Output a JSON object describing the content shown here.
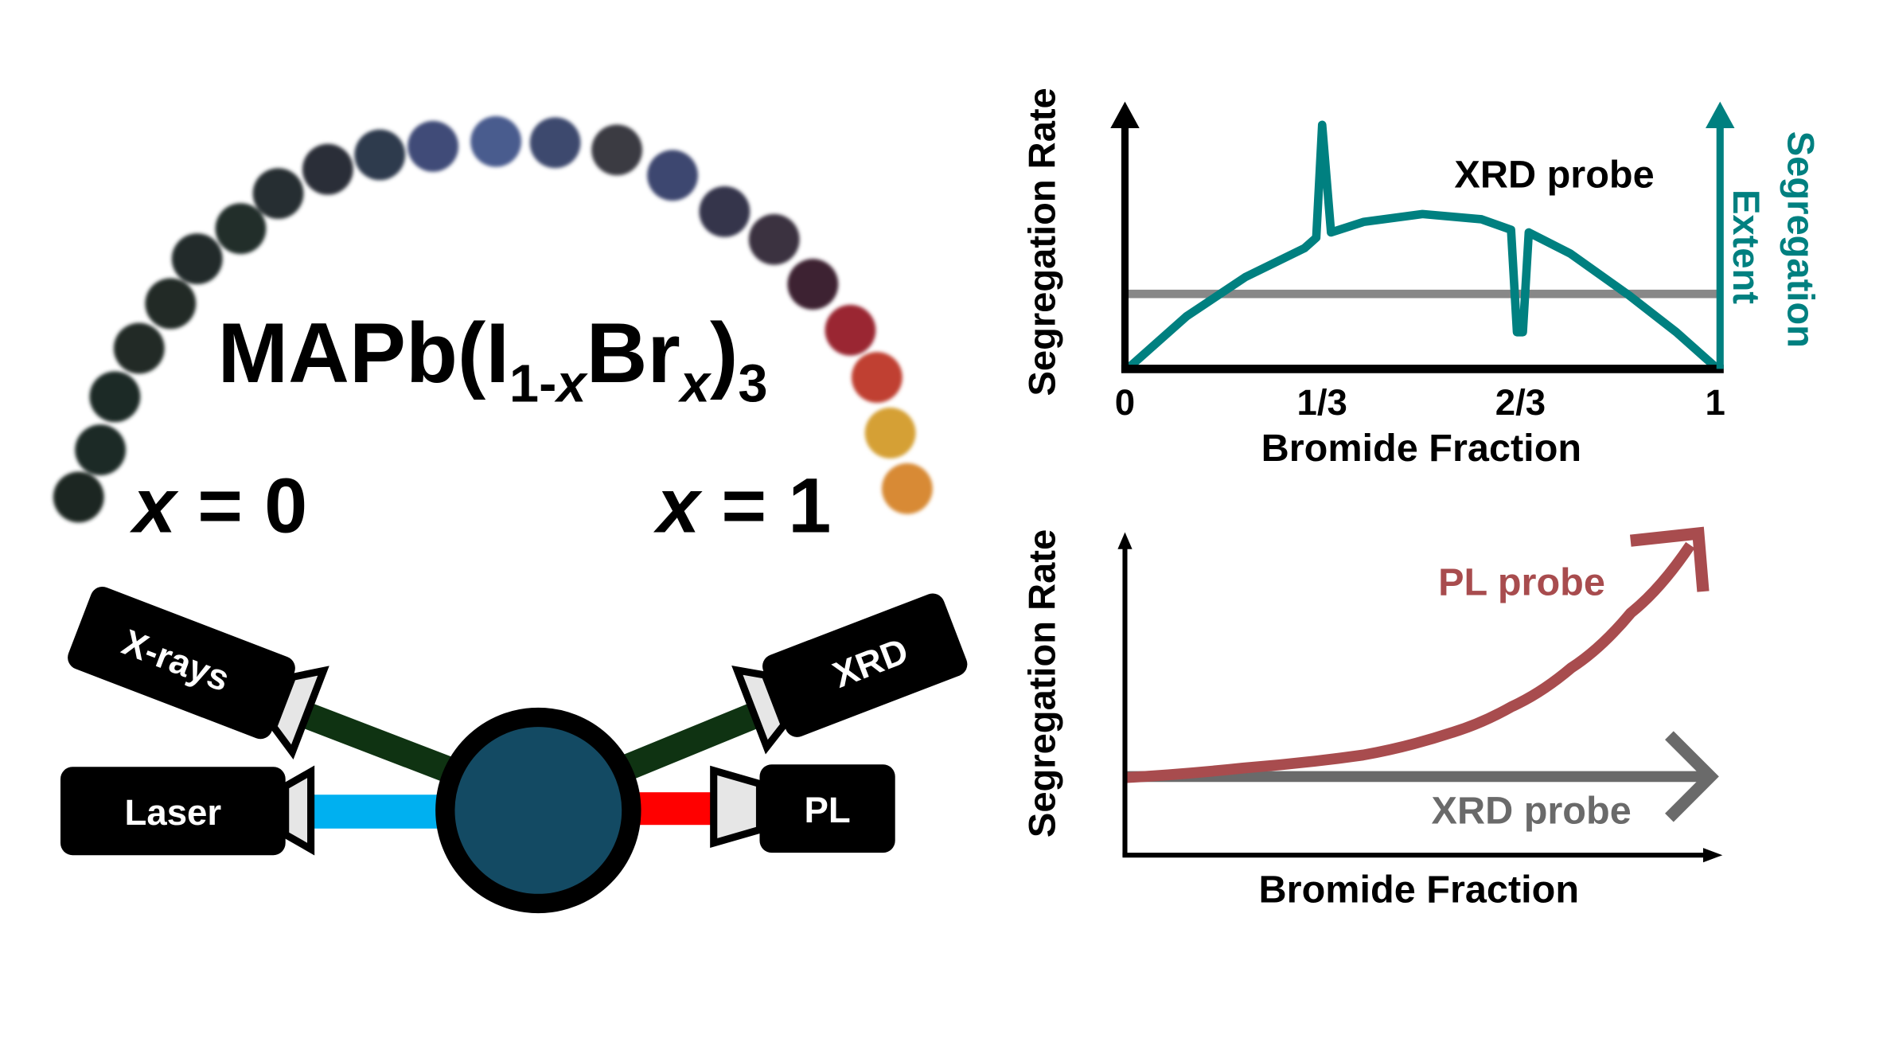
{
  "formula": {
    "base": "MAPb(I",
    "sub1": "1-",
    "subx1": "x",
    "mid": "Br",
    "subx2": "x",
    "close": ")",
    "sub3": "3"
  },
  "composition_labels": {
    "left_var": "x",
    "left_eq": " = 0",
    "right_var": "x",
    "right_eq": " = 1"
  },
  "sample_series": {
    "colors": [
      "#1e2824",
      "#1f2926",
      "#1f2926",
      "#202a27",
      "#202a28",
      "#212b29",
      "#232d2c",
      "#262f33",
      "#2a2f38",
      "#2f3a4e",
      "#3f4c78",
      "#4a5b8e",
      "#3d4a6e",
      "#3a3a42",
      "#3c4670",
      "#34354c",
      "#3a3140",
      "#3e2430",
      "#9a2530",
      "#c04030",
      "#d5a035",
      "#d88a35"
    ]
  },
  "instruments": {
    "xrays": "X-rays",
    "laser": "Laser",
    "xrd": "XRD",
    "pl": "PL",
    "colors": {
      "xray_beam": "#0f3312",
      "laser_beam": "#00b0f0",
      "pl_beam": "#ff0000",
      "sample": "#134a63"
    }
  },
  "chart_data": [
    {
      "type": "line",
      "title": "",
      "xlabel": "Bromide Fraction",
      "ylabel": "Segregation Rate",
      "ylabel_right": [
        "Segregation",
        "Extent"
      ],
      "xticks": [
        {
          "value": 0,
          "label": "0"
        },
        {
          "value": 0.3333,
          "label": "1/3"
        },
        {
          "value": 0.6667,
          "label": "2/3"
        },
        {
          "value": 1,
          "label": "1"
        }
      ],
      "xlim": [
        0,
        1
      ],
      "ylim": [
        0,
        1
      ],
      "annotation": "XRD probe",
      "series": [
        {
          "name": "Segregation Rate (XRD probe)",
          "color": "#888888",
          "x": [
            0,
            1
          ],
          "y": [
            0.29,
            0.29
          ]
        },
        {
          "name": "Segregation Extent",
          "color": "#008080",
          "x": [
            0,
            0.1,
            0.2,
            0.3,
            0.32,
            0.33,
            0.345,
            0.4,
            0.5,
            0.6,
            0.65,
            0.66,
            0.67,
            0.68,
            0.75,
            0.85,
            0.93,
            1
          ],
          "y": [
            0,
            0.2,
            0.35,
            0.46,
            0.5,
            0.93,
            0.52,
            0.56,
            0.59,
            0.57,
            0.53,
            0.14,
            0.14,
            0.52,
            0.44,
            0.28,
            0.14,
            0
          ]
        }
      ]
    },
    {
      "type": "line",
      "xlabel": "Bromide Fraction",
      "ylabel": "Segregation Rate",
      "xlim": [
        0,
        1
      ],
      "ylim": [
        0,
        1
      ],
      "series": [
        {
          "name": "PL probe",
          "color": "#a84c4e",
          "x": [
            0,
            0.2,
            0.4,
            0.55,
            0.65,
            0.75,
            0.85,
            0.95
          ],
          "y": [
            0.24,
            0.27,
            0.31,
            0.38,
            0.46,
            0.58,
            0.75,
            0.96
          ]
        },
        {
          "name": "XRD probe",
          "color": "#6a6a6a",
          "x": [
            0,
            1
          ],
          "y": [
            0.24,
            0.24
          ]
        }
      ]
    }
  ]
}
